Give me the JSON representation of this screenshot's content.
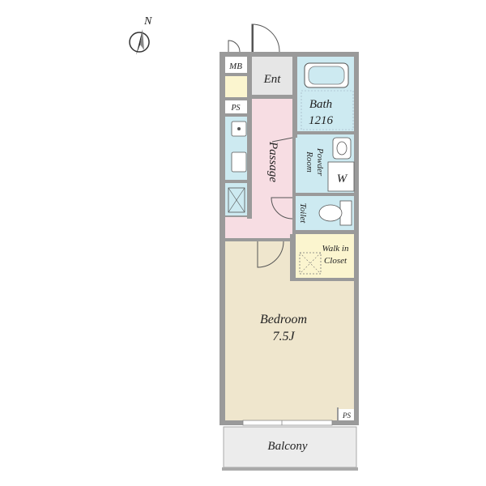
{
  "compass": {
    "label": "N"
  },
  "rooms": {
    "entrance": "Ent",
    "meter_box": "MB",
    "pipe_space_top": "PS",
    "pipe_space_bottom": "PS",
    "passage": "Passage",
    "bath": "Bath",
    "bath_size": "1216",
    "powder_room_1": "Powder",
    "powder_room_2": "Room",
    "washer": "W",
    "toilet": "Toilet",
    "closet_1": "Walk in",
    "closet_2": "Closet",
    "bedroom": "Bedroom",
    "bedroom_size": "7.5J",
    "balcony": "Balcony"
  },
  "colors": {
    "wall": "#9a9a9a",
    "bedroom": "#efe6cd",
    "passage": "#f7dde3",
    "wet_area": "#cdeaf1",
    "closet": "#fbf5cf",
    "entrance": "#e6e6e6",
    "balcony": "#ececec",
    "storage": "#fbf5cf"
  }
}
